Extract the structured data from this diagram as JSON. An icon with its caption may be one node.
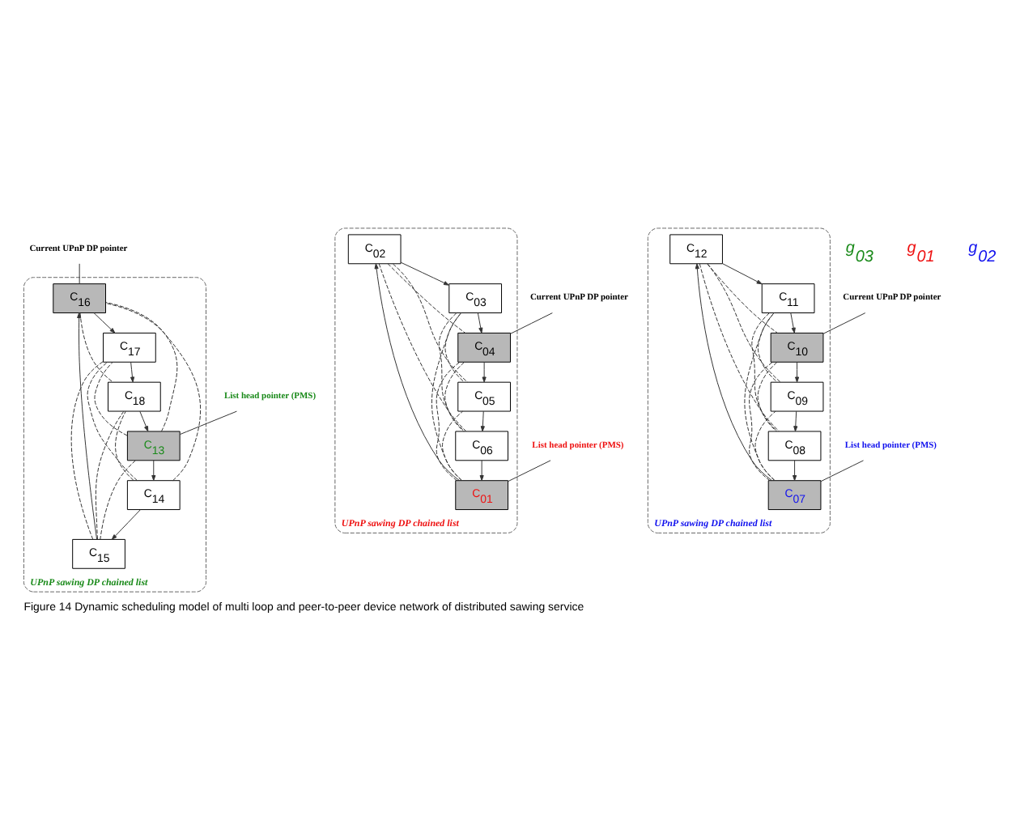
{
  "diagram": {
    "caption": "Figure 14 Dynamic scheduling model of multi loop and peer-to-peer device network of distributed sawing service",
    "nodes": [
      {
        "text": [
          "Current UPnP DP pointer"
        ]
      },
      {
        "text": [
          "UPnP sawing DP chained list"
        ]
      },
      {
        "text": [
          "C$_{16}$"
        ],
        "in": 1
      },
      {
        "text": [
          "C$_{15}$"
        ],
        "in": 1
      },
      {
        "text": [
          "C$_{17}$"
        ],
        "in": 1
      },
      {
        "text": [
          "C$_{14}$"
        ],
        "in": 1
      },
      {
        "text": [
          "C$_{18}$"
        ],
        "in": 1
      },
      {
        "text": [
          "C$_{13}$"
        ],
        "in": 1
      },
      {
        "text": [
          "List head pointer (PMS)"
        ]
      },
      {
        "text": [
          "UPnP sawing DP chained list"
        ]
      },
      {
        "text": [
          "C$_{02}$"
        ],
        "in": 9
      },
      {
        "text": [
          "C$_{03}$"
        ],
        "in": 9
      },
      {
        "text": [
          "C$_{01}$"
        ],
        "in": 9
      },
      {
        "text": [
          "C$_{04}$"
        ],
        "in": 9
      },
      {
        "text": [
          "C$_{06}$"
        ],
        "in": 9
      },
      {
        "text": [
          "C$_{05}$"
        ],
        "in": 9
      },
      {
        "text": [
          "List head pointer (PMS)"
        ]
      },
      {
        "text": [
          "Current UPnP DP pointer"
        ]
      },
      {
        "text": [
          "UPnP sawing DP chained list"
        ]
      },
      {
        "text": [
          "C$_{12}$"
        ],
        "in": 18
      },
      {
        "text": [
          "C$_{11}$"
        ],
        "in": 18
      },
      {
        "text": [
          "C$_{07}$"
        ],
        "in": 18
      },
      {
        "text": [
          "C$_{10}$"
        ],
        "in": 18
      },
      {
        "text": [
          "C$_{08}$"
        ],
        "in": 18
      },
      {
        "text": [
          "C$_{09}$"
        ],
        "in": 18
      },
      {
        "text": [
          "List head pointer (PMS)"
        ]
      },
      {
        "text": [
          "Current UPnP DP pointer"
        ]
      }
    ],
    "edges": [
      {
        "from": 7,
        "to": 5,
        "arrow": "to"
      },
      {
        "from": 5,
        "to": 3,
        "arrow": "to"
      },
      {
        "from": 3,
        "to": 2,
        "arrow": "to"
      },
      {
        "from": 2,
        "to": 4,
        "arrow": "to"
      },
      {
        "from": 4,
        "to": 6,
        "arrow": "to"
      },
      {
        "from": 6,
        "to": 7,
        "arrow": "to"
      },
      {
        "from": 7,
        "to": 3,
        "arrow": "none",
        "style": "dashed"
      },
      {
        "from": 7,
        "to": 2,
        "arrow": "none",
        "style": "dashed"
      },
      {
        "from": 7,
        "to": 4,
        "arrow": "none",
        "style": "dashed"
      },
      {
        "from": 5,
        "to": 2,
        "arrow": "none",
        "style": "dashed"
      },
      {
        "from": 5,
        "to": 4,
        "arrow": "none",
        "style": "dashed"
      },
      {
        "from": 5,
        "to": 6,
        "arrow": "none",
        "style": "dashed"
      },
      {
        "from": 3,
        "to": 4,
        "arrow": "none",
        "style": "dashed"
      },
      {
        "from": 3,
        "to": 6,
        "arrow": "none",
        "style": "dashed"
      },
      {
        "from": 2,
        "to": 6,
        "arrow": "none",
        "style": "dashed"
      },
      {
        "from": 0,
        "to": 2,
        "arrow": "none"
      },
      {
        "from": 8,
        "to": 7,
        "arrow": "none"
      },
      {
        "from": 12,
        "to": 10,
        "arrow": "to"
      },
      {
        "from": 10,
        "to": 11,
        "arrow": "to"
      },
      {
        "from": 11,
        "to": 13,
        "arrow": "to"
      },
      {
        "from": 13,
        "to": 15,
        "arrow": "to"
      },
      {
        "from": 15,
        "to": 14,
        "arrow": "to"
      },
      {
        "from": 14,
        "to": 12,
        "arrow": "to"
      },
      {
        "from": 12,
        "to": 11,
        "arrow": "none",
        "style": "dashed"
      },
      {
        "from": 12,
        "to": 13,
        "arrow": "none",
        "style": "dashed"
      },
      {
        "from": 12,
        "to": 15,
        "arrow": "none",
        "style": "dashed"
      },
      {
        "from": 10,
        "to": 13,
        "arrow": "none",
        "style": "dashed"
      },
      {
        "from": 10,
        "to": 15,
        "arrow": "none",
        "style": "dashed"
      },
      {
        "from": 10,
        "to": 14,
        "arrow": "none",
        "style": "dashed"
      },
      {
        "from": 11,
        "to": 15,
        "arrow": "none",
        "style": "dashed"
      },
      {
        "from": 11,
        "to": 14,
        "arrow": "none",
        "style": "dashed"
      },
      {
        "from": 13,
        "to": 14,
        "arrow": "none",
        "style": "dashed"
      },
      {
        "from": 16,
        "to": 12,
        "arrow": "none"
      },
      {
        "from": 17,
        "to": 13,
        "arrow": "none"
      },
      {
        "from": 21,
        "to": 19,
        "arrow": "to"
      },
      {
        "from": 19,
        "to": 20,
        "arrow": "to"
      },
      {
        "from": 20,
        "to": 22,
        "arrow": "to"
      },
      {
        "from": 22,
        "to": 24,
        "arrow": "to"
      },
      {
        "from": 24,
        "to": 23,
        "arrow": "to"
      },
      {
        "from": 23,
        "to": 21,
        "arrow": "to"
      },
      {
        "from": 21,
        "to": 20,
        "arrow": "none",
        "style": "dashed"
      },
      {
        "from": 21,
        "to": 22,
        "arrow": "none",
        "style": "dashed"
      },
      {
        "from": 21,
        "to": 24,
        "arrow": "none",
        "style": "dashed"
      },
      {
        "from": 19,
        "to": 22,
        "arrow": "none",
        "style": "dashed"
      },
      {
        "from": 19,
        "to": 24,
        "arrow": "none",
        "style": "dashed"
      },
      {
        "from": 19,
        "to": 23,
        "arrow": "none",
        "style": "dashed"
      },
      {
        "from": 20,
        "to": 24,
        "arrow": "none",
        "style": "dashed"
      },
      {
        "from": 20,
        "to": 23,
        "arrow": "none",
        "style": "dashed"
      },
      {
        "from": 22,
        "to": 23,
        "arrow": "none",
        "style": "dashed"
      },
      {
        "from": 25,
        "to": 21,
        "arrow": "none"
      },
      {
        "from": 26,
        "to": 22,
        "arrow": "none"
      }
    ],
    "labels": [
      "g$_{03}$",
      "g$_{01}$",
      "g$_{02}$"
    ]
  }
}
